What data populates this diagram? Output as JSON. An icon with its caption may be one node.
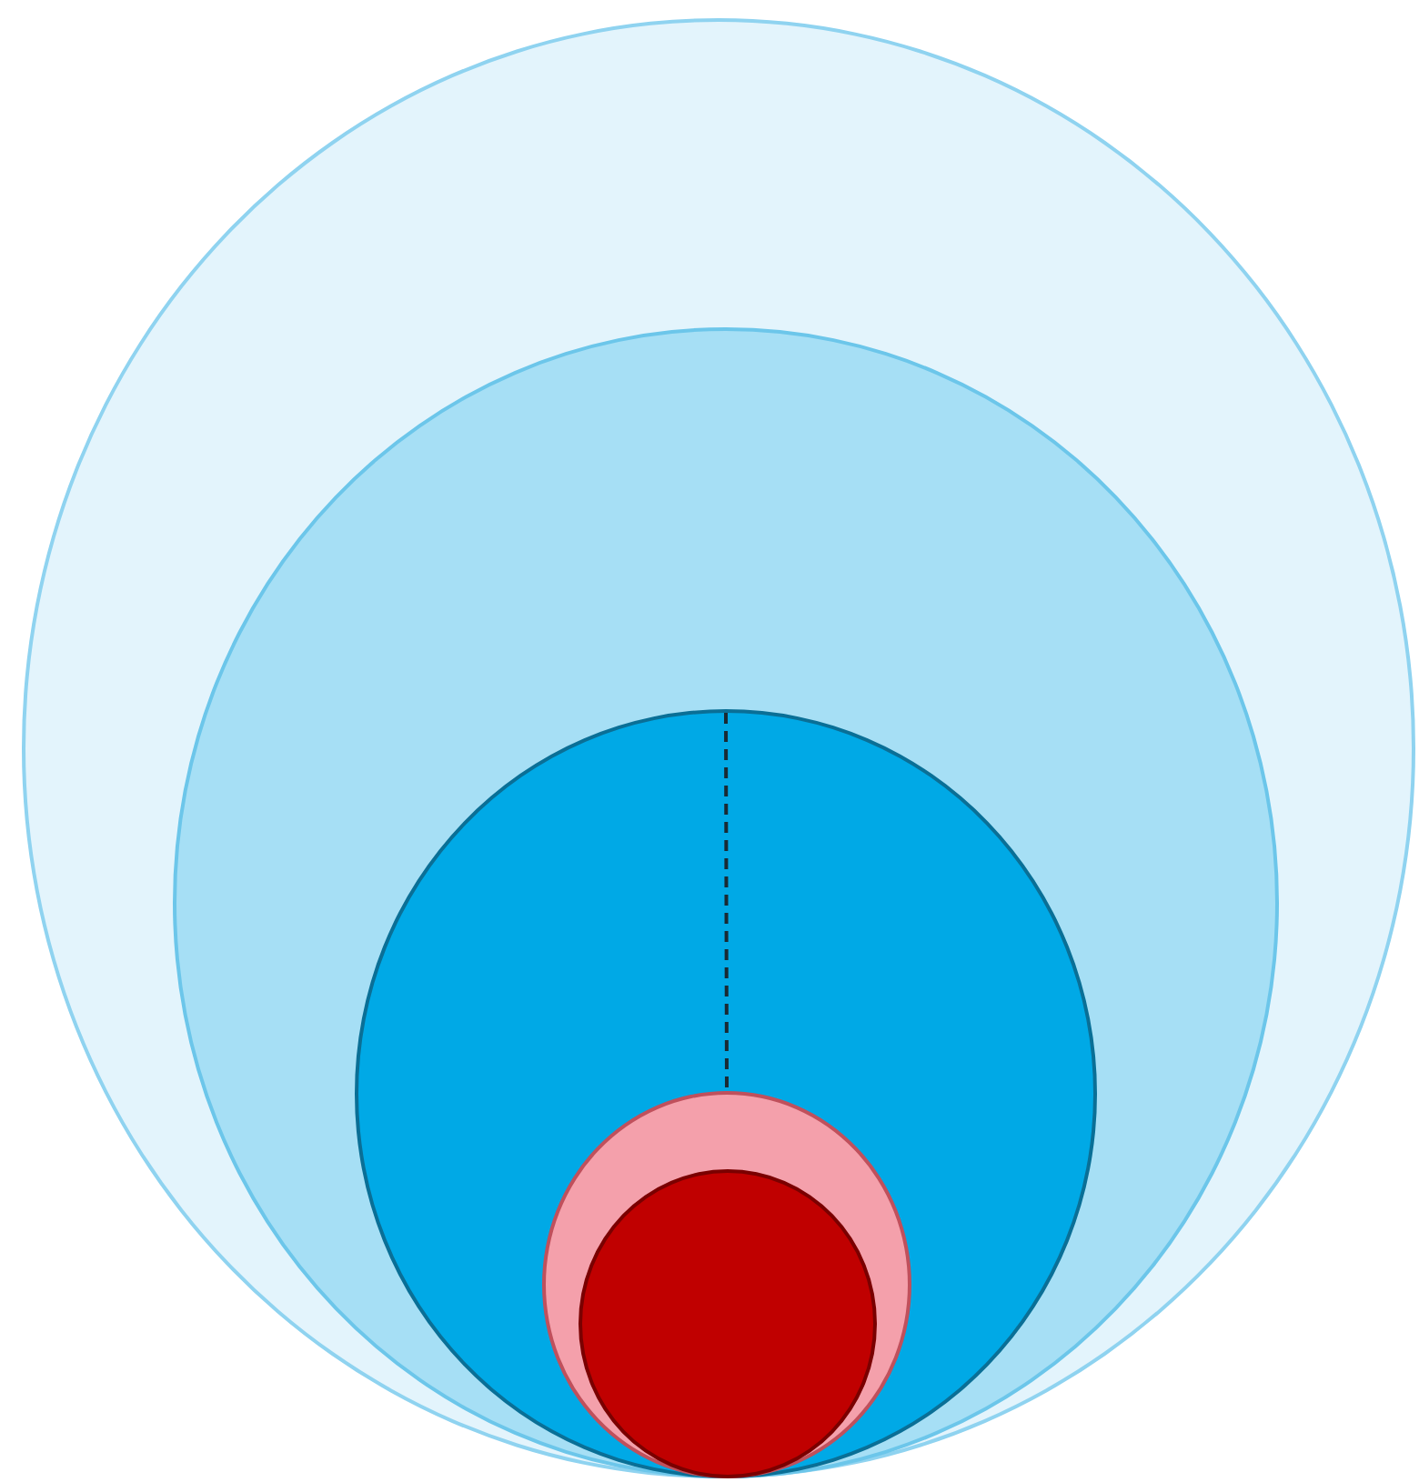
{
  "diagram": {
    "nodes": [
      {
        "text": [],
        "shape": "circle"
      },
      {
        "text": [],
        "shape": "circle",
        "in": 0
      },
      {
        "text": [],
        "shape": "circle",
        "in": 1
      },
      {
        "text": [],
        "shape": "circle",
        "in": 2
      },
      {
        "text": [],
        "shape": "circle",
        "in": 3
      }
    ],
    "edges": [
      {
        "from": 2,
        "to": 3,
        "arrow": "none",
        "style": "dashed"
      }
    ]
  }
}
